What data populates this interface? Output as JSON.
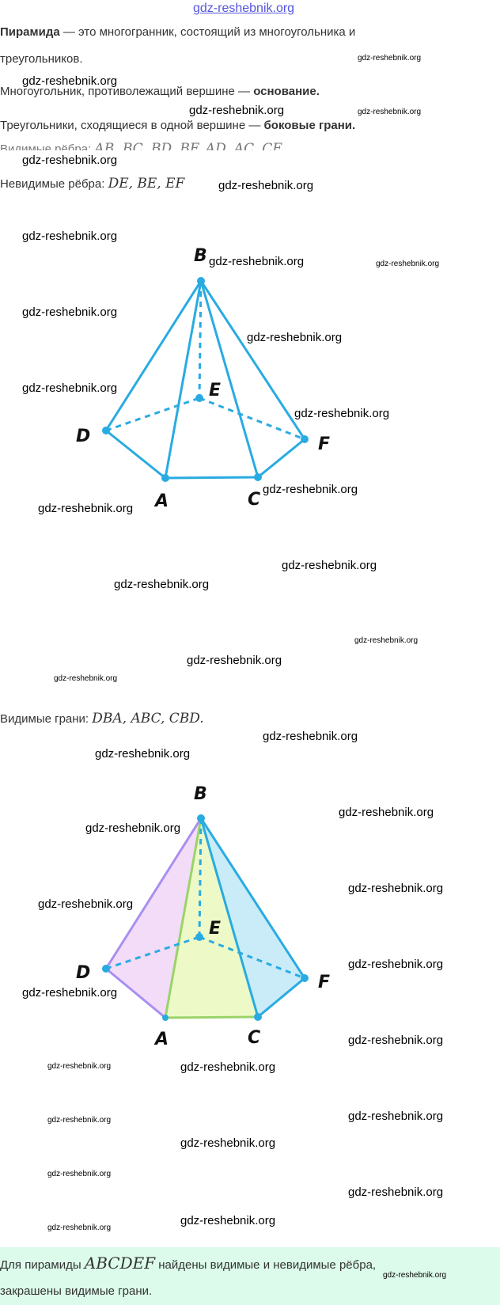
{
  "site_link": "gdz-reshebnik.org",
  "intro": {
    "l1_bold": "Пирамида",
    "l1_rest": " — это многогранник, состоящий из многоугольника и",
    "l2": "треугольников.",
    "l3": "Многоугольник, противолежащий вершине — ",
    "l3_bold": "основание.",
    "l4": "Треугольники, сходящиеся в одной вершине — ",
    "l4_bold": "боковые грани.",
    "visible_edges_label": "Видимые рёбра: ",
    "visible_edges": "AB, BC, BD, BF, AD, AC, CF.",
    "invisible_edges_label": "Невидимые рёбра: ",
    "invisible_edges": "DE, BE, EF"
  },
  "visible_faces_label": "Видимые грани: ",
  "visible_faces": "DBA, ABC, CBD.",
  "vertices": [
    "B",
    "E",
    "D",
    "F",
    "A",
    "C"
  ],
  "footer": {
    "p1": "Для пирамиды ",
    "math": "ABCDEF",
    "p2": " найдены видимые и невидимые рёбра,",
    "p3": "закрашены видимые грани."
  },
  "watermark": "gdz-reshebnik.org",
  "colors": {
    "edge": "#29abe2",
    "face_left": "#f3dcf7",
    "face_front": "#edfac8",
    "face_right": "#c9ecf8",
    "footer_bg": "#dcfbea"
  }
}
